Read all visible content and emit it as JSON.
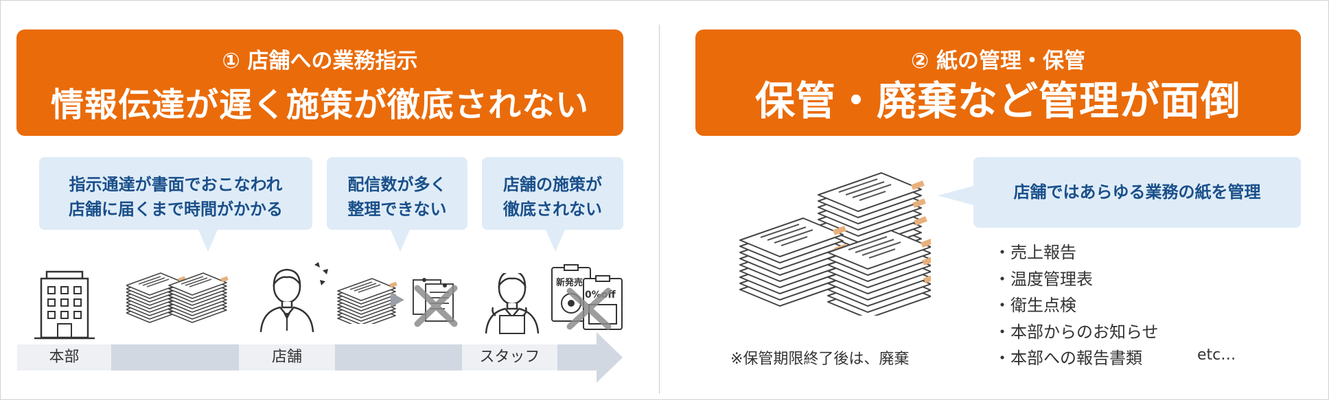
{
  "left_panel": {
    "subtitle": "① 店舗への業務指示",
    "title": "情報伝達が遅く施策が徹底されない",
    "bubbles": [
      {
        "line1": "指示通達が書面でおこなわれ",
        "line2": "店舗に届くまで時間がかかる"
      },
      {
        "line1": "配信数が多く",
        "line2": "整理できない"
      },
      {
        "line1": "店舗の施策が",
        "line2": "徹底されない"
      }
    ],
    "flow_labels": [
      "本部",
      "店舗",
      "スタッフ"
    ],
    "flyer_text": "新発売",
    "coupon_text": "0%off"
  },
  "right_panel": {
    "subtitle": "② 紙の管理・保管",
    "title": "保管・廃棄など管理が面倒",
    "bubble": "店舗ではあらゆる業務の紙を管理",
    "note": "※保管期限終了後は、廃棄",
    "items": [
      "・売上報告",
      "・温度管理表",
      "・衛生点検",
      "・本部からのお知らせ",
      "・本部への報告書類"
    ],
    "etc": "etc…"
  },
  "colors": {
    "accent": "#ea6b09",
    "bubble_bg": "#dfecf7",
    "bubble_text": "#1a4f8a",
    "flow_dark": "#d1d8e2",
    "flow_light": "#eef0f4"
  }
}
